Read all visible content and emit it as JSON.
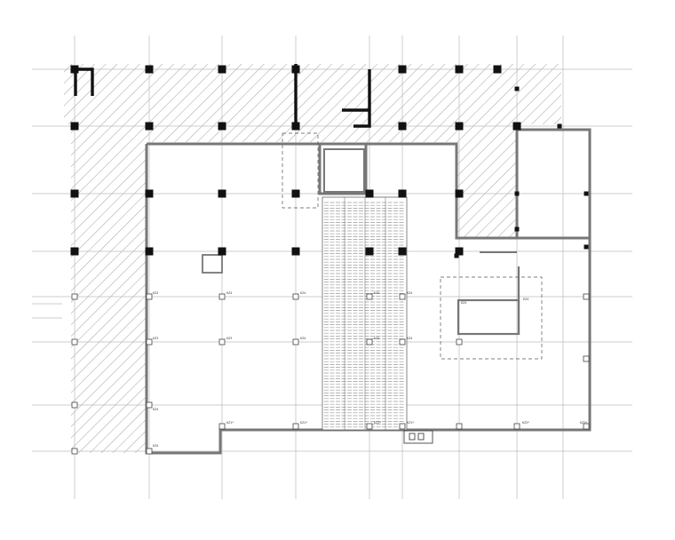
{
  "drawing": {
    "colors": {
      "grid": "#bbbbbb",
      "wall": "#777777",
      "column": "#111111",
      "hatch": "#8a8a8a",
      "ramp": "#9a9a9a",
      "dashed": "#555555"
    },
    "column_tags": [
      "KZ4",
      "KZ4",
      "KZ4",
      "KZ4",
      "KZ4",
      "KZ3",
      "KZ3",
      "KZ4",
      "KZ4",
      "KZ4",
      "KZ4",
      "KZ4",
      "KZ1*",
      "KZ1*",
      "KZ2*",
      "KZ2*",
      "KZ1*",
      "KZ1*",
      "KZ4",
      "KZ4"
    ]
  }
}
